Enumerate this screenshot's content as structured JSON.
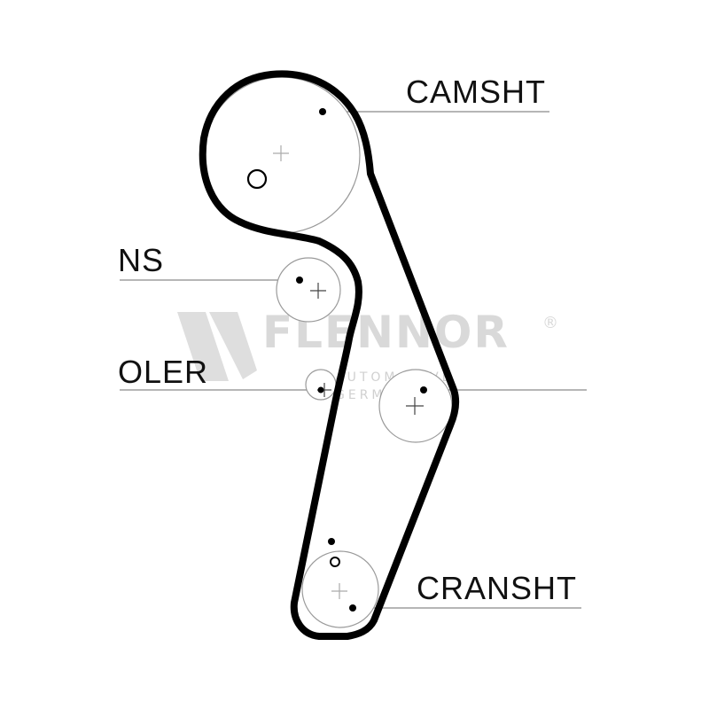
{
  "labels": {
    "camshaft": "CAMSHT",
    "tensioner": "NS",
    "idler": "OLER",
    "crankshaft": "CRANSHT"
  },
  "watermark": {
    "brand": "FLENNOR",
    "registered": "®",
    "line1": "AUTOMOTIVE",
    "line2": "GERMANY"
  },
  "colors": {
    "belt": "#000000",
    "leader": "#8a8a8a",
    "watermark": "#d9d9d9"
  }
}
